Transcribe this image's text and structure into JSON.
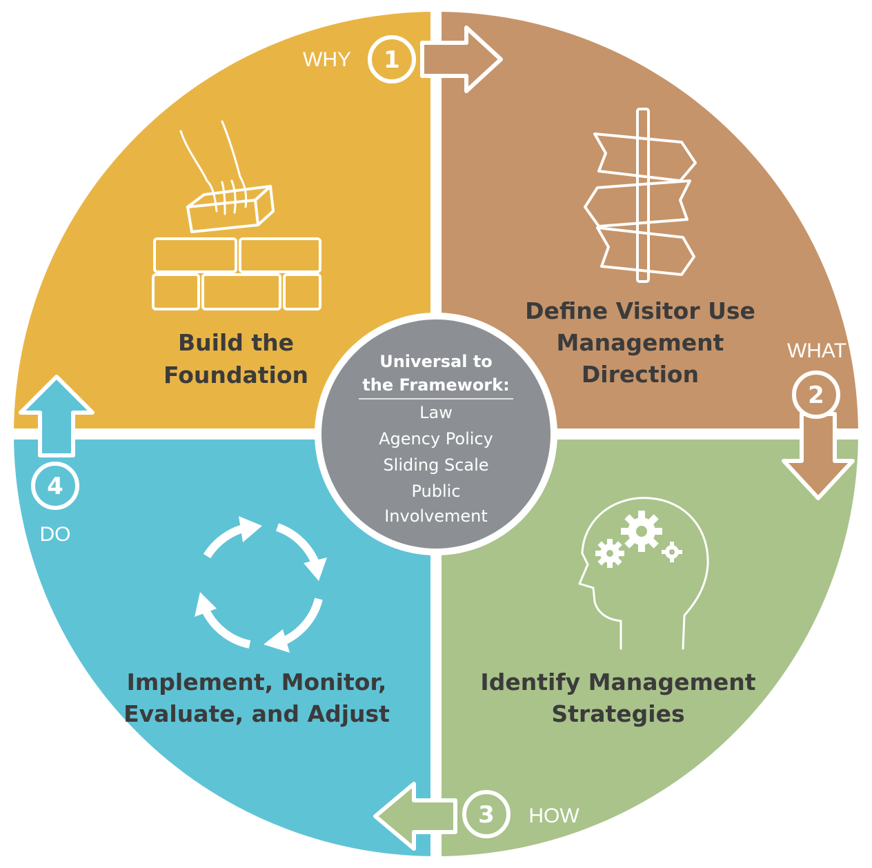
{
  "colors": {
    "foundation": "#e8b545",
    "direction": "#c6946a",
    "strategies": "#a9c38a",
    "implement": "#5fc3d6",
    "center": "#8c9094",
    "divider": "#ffffff",
    "text": "#3b3b3b"
  },
  "quadrants": [
    {
      "step": "1",
      "question": "WHY",
      "title_lines": [
        "Build the",
        "Foundation"
      ],
      "icon": "brick-wall-hand-icon"
    },
    {
      "step": "2",
      "question": "WHAT",
      "title_lines": [
        "Define Visitor Use",
        "Management",
        "Direction"
      ],
      "icon": "signpost-icon"
    },
    {
      "step": "3",
      "question": "HOW",
      "title_lines": [
        "Identify Management",
        "Strategies"
      ],
      "icon": "head-gears-icon"
    },
    {
      "step": "4",
      "question": "DO",
      "title_lines": [
        "Implement, Monitor,",
        "Evaluate, and Adjust"
      ],
      "icon": "cycle-arrows-icon"
    }
  ],
  "center": {
    "heading_lines": [
      "Universal to",
      "the Framework:"
    ],
    "items": [
      "Law",
      "Agency Policy",
      "Sliding Scale",
      "Public",
      "Involvement"
    ]
  }
}
